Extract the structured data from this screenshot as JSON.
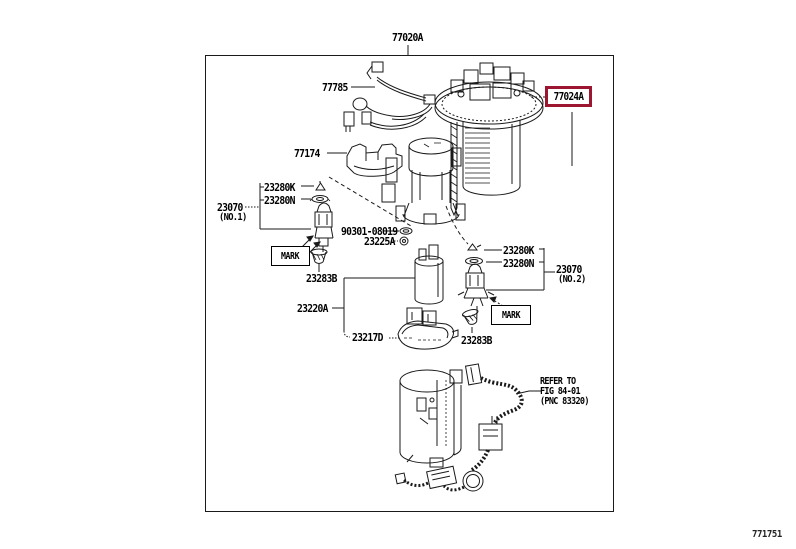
{
  "meta": {
    "figure_code": "771751",
    "highlight_color": "#9c1632",
    "line_color": "#1a1a1a"
  },
  "callouts": {
    "assembly": "77020A",
    "harness": "77785",
    "plate": "77024A",
    "bracket": "77174",
    "oring": "90301-08019",
    "clip": "23225A",
    "left_group": {
      "k": "23280K",
      "n": "23280N",
      "part": "23070",
      "no": "(NO.1)",
      "mark": "MARK",
      "cushion": "23283B"
    },
    "pump": {
      "assy": "23220A",
      "strainer": "23217D"
    },
    "right_group": {
      "k": "23280K",
      "n": "23280N",
      "part": "23070",
      "no": "(NO.2)",
      "mark": "MARK",
      "cushion": "23283B"
    },
    "refer": {
      "line1": "REFER TO",
      "line2": "FIG 84-01",
      "line3": "(PNC 83320)"
    }
  }
}
